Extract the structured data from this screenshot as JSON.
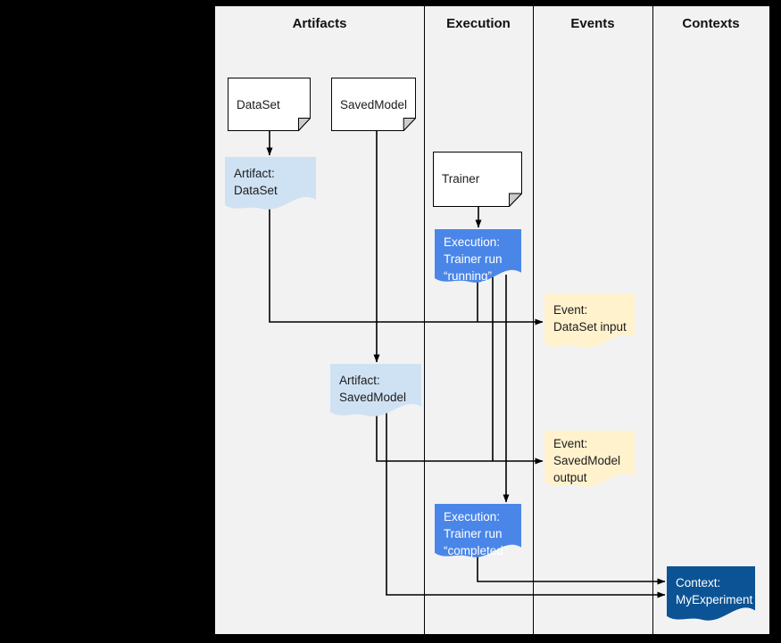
{
  "columns": {
    "artifacts": "Artifacts",
    "execution": "Execution",
    "events": "Events",
    "contexts": "Contexts"
  },
  "nodes": {
    "dataset": {
      "lines": [
        "DataSet"
      ]
    },
    "savedmodel": {
      "lines": [
        "SavedModel"
      ]
    },
    "trainer": {
      "lines": [
        "Trainer"
      ]
    },
    "artifact_dataset": {
      "lines": [
        "Artifact:",
        "DataSet"
      ]
    },
    "execution_running": {
      "lines": [
        "Execution:",
        "Trainer run",
        "“running”"
      ]
    },
    "event_dataset_input": {
      "lines": [
        "Event:",
        "DataSet input"
      ]
    },
    "artifact_savedmodel": {
      "lines": [
        "Artifact:",
        "SavedModel"
      ]
    },
    "event_savedmodel_output": {
      "lines": [
        "Event:",
        "SavedModel",
        "output"
      ]
    },
    "execution_completed": {
      "lines": [
        "Execution:",
        "Trainer run",
        "“completed”"
      ]
    },
    "context_myexperiment": {
      "lines": [
        "Context:",
        "MyExperiment"
      ]
    }
  },
  "colors": {
    "page_background": "#000000",
    "lane_background": "#f2f2f3",
    "doc_fill": "#ffffff",
    "doc_fold_fill": "#cccccc",
    "artifact_fill": "#cfe2f3",
    "execution_fill": "#4a86e8",
    "event_fill": "#fff2cc",
    "context_fill": "#0b5394",
    "line_color": "#000000"
  }
}
